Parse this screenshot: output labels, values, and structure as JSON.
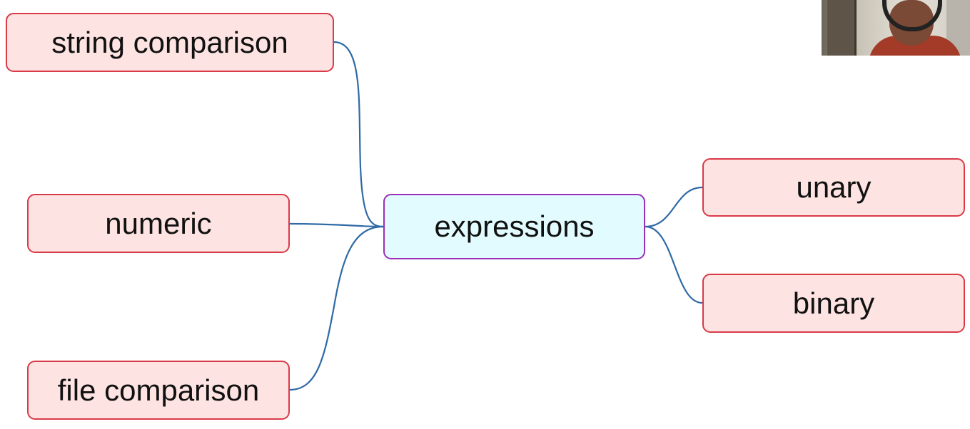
{
  "diagram": {
    "center": "expressions",
    "left_nodes": [
      "string comparison",
      "numeric",
      "file comparison"
    ],
    "right_nodes": [
      "unary",
      "binary"
    ]
  },
  "colors": {
    "leaf_fill": "#fde4e2",
    "leaf_border": "#d93a48",
    "center_fill": "#e2fbff",
    "center_border": "#9b2fb8",
    "connector": "#2f6aa6"
  }
}
